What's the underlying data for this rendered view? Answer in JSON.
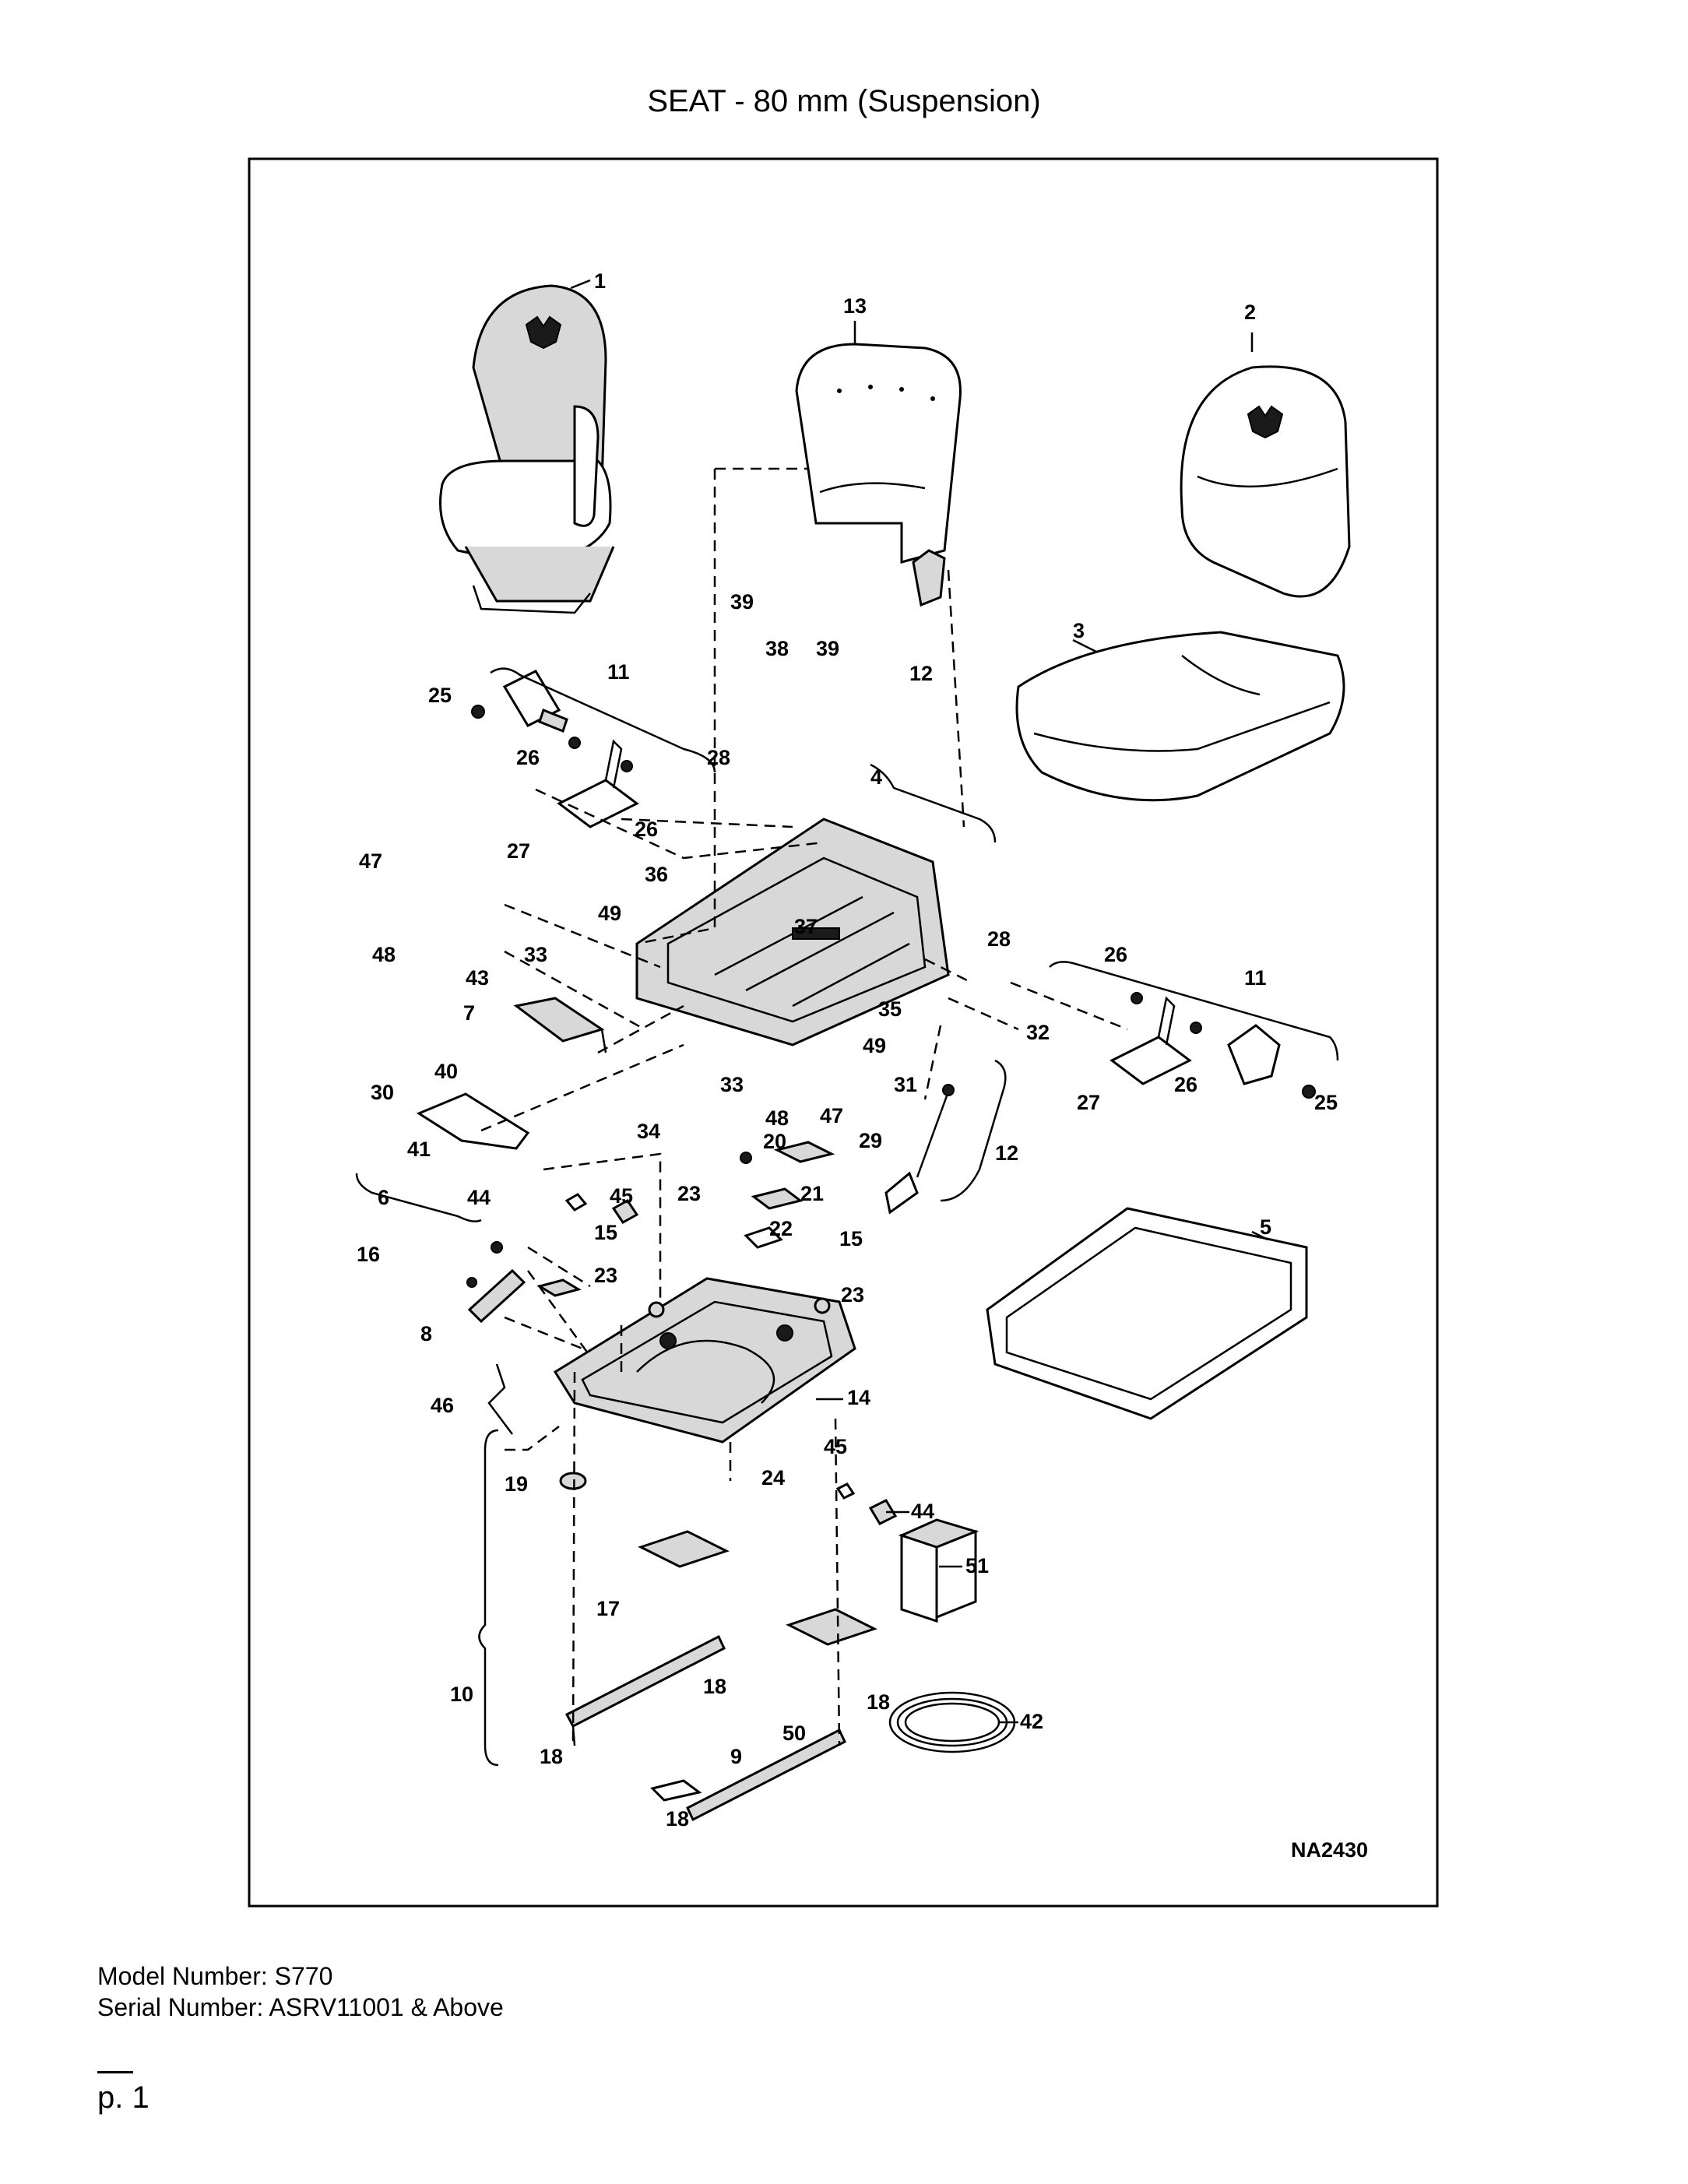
{
  "title": "SEAT - 80 mm (Suspension)",
  "diagram_code": "NA2430",
  "model_line": "Model Number: S770",
  "serial_line": "Serial Number: ASRV11001 & Above",
  "page_label": "p. 1",
  "callouts": {
    "c1": "1",
    "c2": "2",
    "c3": "3",
    "c4": "4",
    "c5": "5",
    "c6": "6",
    "c7": "7",
    "c8": "8",
    "c9": "9",
    "c10": "10",
    "c11a": "11",
    "c11b": "11",
    "c12a": "12",
    "c12b": "12",
    "c13": "13",
    "c14": "14",
    "c15a": "15",
    "c15b": "15",
    "c16": "16",
    "c17": "17",
    "c18a": "18",
    "c18b": "18",
    "c18c": "18",
    "c18d": "18",
    "c19": "19",
    "c20": "20",
    "c21": "21",
    "c22": "22",
    "c23a": "23",
    "c23b": "23",
    "c23c": "23",
    "c24": "24",
    "c25a": "25",
    "c25b": "25",
    "c26a": "26",
    "c26b": "26",
    "c26c": "26",
    "c26d": "26",
    "c27a": "27",
    "c27b": "27",
    "c28a": "28",
    "c28b": "28",
    "c29": "29",
    "c30": "30",
    "c31": "31",
    "c32": "32",
    "c33a": "33",
    "c33b": "33",
    "c34": "34",
    "c35": "35",
    "c36": "36",
    "c37": "37",
    "c38": "38",
    "c39a": "39",
    "c39b": "39",
    "c40": "40",
    "c41": "41",
    "c42": "42",
    "c43": "43",
    "c44a": "44",
    "c44b": "44",
    "c45a": "45",
    "c45b": "45",
    "c46": "46",
    "c47a": "47",
    "c47b": "47",
    "c48a": "48",
    "c48b": "48",
    "c49a": "49",
    "c49b": "49",
    "c50": "50",
    "c51": "51"
  }
}
